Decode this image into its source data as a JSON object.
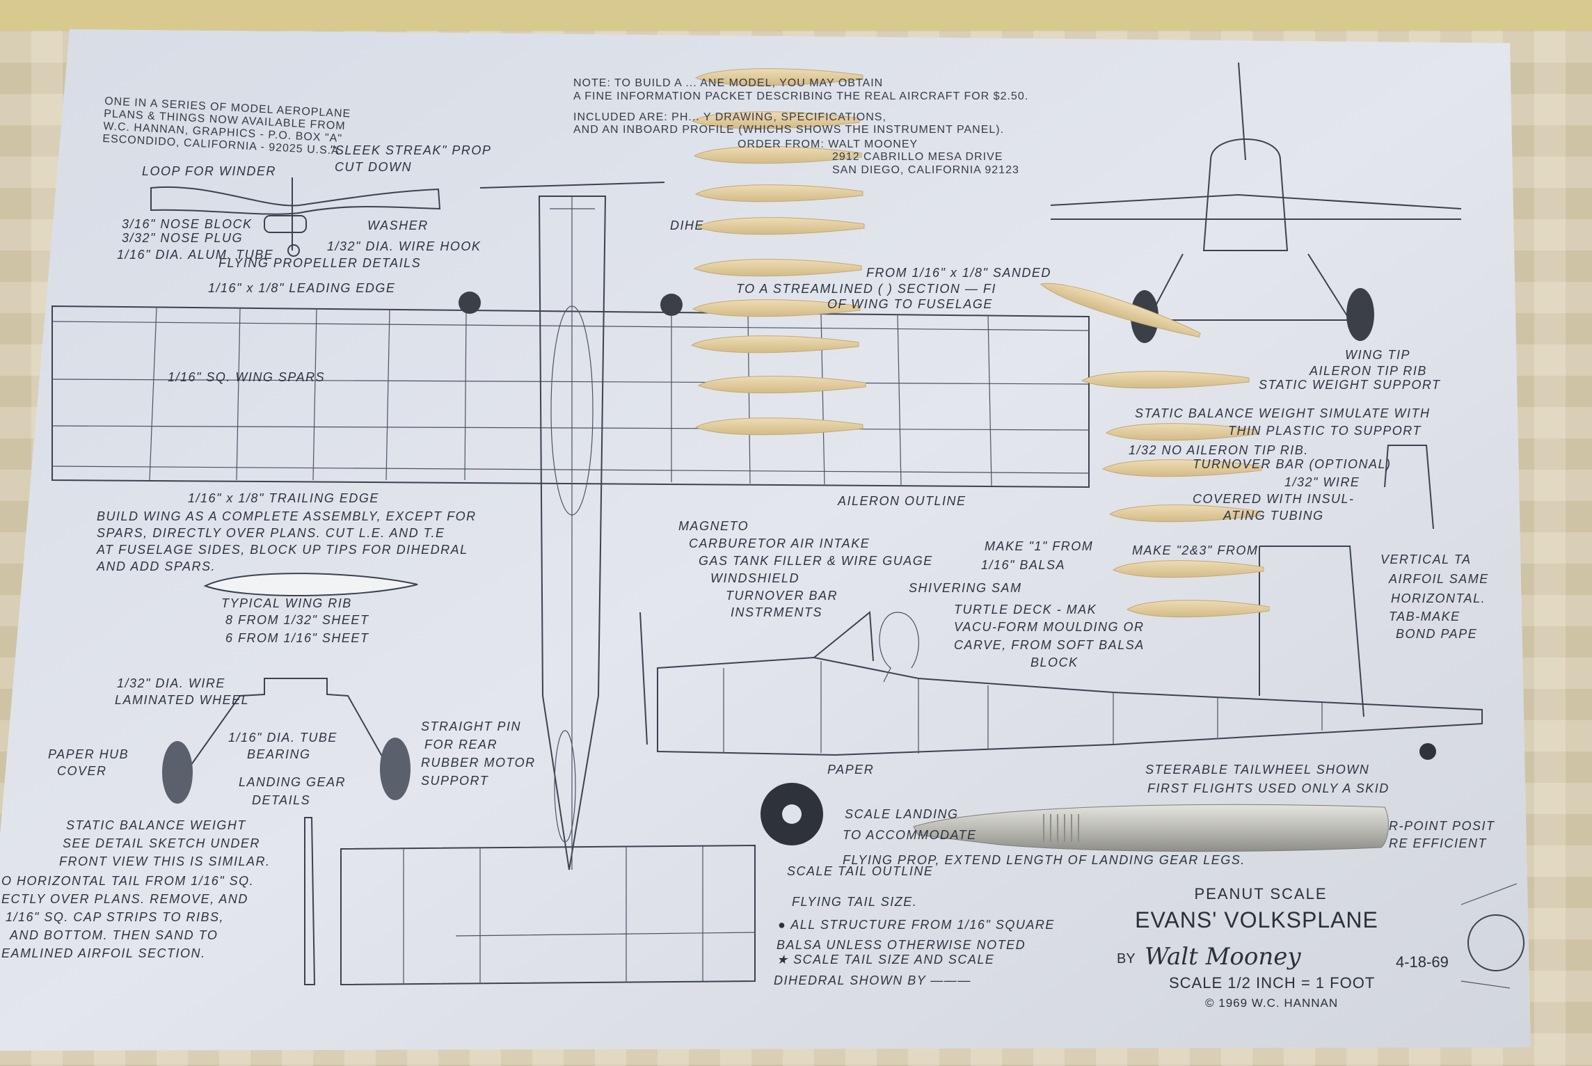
{
  "publisher_block": {
    "line1": "ONE IN A SERIES OF MODEL AEROPLANE",
    "line2": "PLANS & THINGS NOW AVAILABLE FROM",
    "line3": "W.C. HANNAN, GRAPHICS - P.O. BOX \"A\"",
    "line4": "ESCONDIDO, CALIFORNIA - 92025 U.S.A"
  },
  "note_block": {
    "line1": "NOTE: TO BUILD A ... ANE MODEL, YOU MAY OBTAIN",
    "line2": "A FINE INFORMATION PACKET DESCRIBING THE REAL AIRCRAFT FOR $2.50.",
    "line3": "INCLUDED ARE: PH... Y DRAWING, SPECIFICATIONS,",
    "line4": "AND AN INBOARD PROFILE (WHICHS SHOWS THE INSTRUMENT PANEL).",
    "line5": "ORDER FROM: WALT MOONEY",
    "line6": "2912 CABRILLO MESA DRIVE",
    "line7": "SAN DIEGO, CALIFORNIA 92123"
  },
  "propeller": {
    "prop": "\"SLEEK STREAK\" PROP",
    "cut": "CUT DOWN",
    "loop": "LOOP FOR WINDER",
    "nose_block": "3/16\" NOSE BLOCK",
    "nose_plug": "3/32\" NOSE PLUG",
    "tube": "1/16\" DIA. ALUM. TUBE",
    "washer": "WASHER",
    "hook": "1/32\" DIA. WIRE HOOK",
    "caption": "FLYING PROPELLER DETAILS"
  },
  "wing": {
    "leading_edge": "1/16\" x 1/8\" LEADING EDGE",
    "spars": "1/16\" SQ. WING SPARS",
    "trailing_edge": "1/16\" x 1/8\" TRAILING EDGE",
    "build1": "BUILD WING AS A COMPLETE ASSEMBLY, EXCEPT FOR",
    "build2": "SPARS, DIRECTLY OVER PLANS. CUT L.E. AND T.E",
    "build3": "AT FUSELAGE SIDES, BLOCK UP TIPS FOR DIHEDRAL",
    "build4": "AND ADD SPARS.",
    "rib1": "TYPICAL WING RIB",
    "rib2": "8 FROM 1/32\" SHEET",
    "rib3": "6 FROM 1/16\" SHEET",
    "aileron": "AILERON OUTLINE",
    "dihe": "DIHE",
    "strut1": "FROM 1/16\" x 1/8\" SANDED",
    "strut2": "TO A STREAMLINED ( ) SECTION — FI",
    "strut3": "OF WING TO FUSELAGE"
  },
  "landing_gear": {
    "wire": "1/32\" DIA. WIRE",
    "wheel": "LAMINATED WHEEL",
    "hub1": "PAPER HUB",
    "hub2": "COVER",
    "tube1": "1/16\" DIA. TUBE",
    "tube2": "BEARING",
    "cap1": "LANDING GEAR",
    "cap2": "DETAILS",
    "pin1": "STRAIGHT PIN",
    "pin2": "FOR REAR",
    "pin3": "RUBBER MOTOR",
    "pin4": "SUPPORT"
  },
  "tail_notes": {
    "sbw1": "STATIC BALANCE WEIGHT",
    "sbw2": "SEE DETAIL SKETCH UNDER",
    "sbw3": "FRONT VIEW THIS IS SIMILAR.",
    "t1": "O HORIZONTAL TAIL FROM 1/16\" SQ.",
    "t2": "ECTLY OVER PLANS. REMOVE, AND",
    "t3": "1/16\" SQ. CAP STRIPS TO RIBS,",
    "t4": "AND BOTTOM. THEN SAND TO",
    "t5": "EAMLINED AIRFOIL SECTION."
  },
  "side_view": {
    "magneto": "MAGNETO",
    "carb": "CARBURETOR AIR INTAKE",
    "gas": "GAS TANK FILLER & WIRE GUAGE",
    "windshield": "WINDSHIELD",
    "turnover": "TURNOVER BAR",
    "instr": "INSTRMENTS",
    "make1a": "MAKE \"1\" FROM",
    "make1b": "1/16\" BALSA",
    "make23": "MAKE \"2&3\" FROM",
    "sam": "SHIVERING SAM",
    "td1": "TURTLE DECK - MAK",
    "td2": "VACU-FORM MOULDING OR",
    "td3": "CARVE, FROM SOFT BALSA",
    "td4": "BLOCK",
    "paper": "PAPER",
    "steer1": "STEERABLE TAILWHEEL SHOWN",
    "steer2": "FIRST FLIGHTS USED ONLY A SKID",
    "vt1": "VERTICAL TA",
    "vt2": "AIRFOIL SAME",
    "vt3": "HORIZONTAL.",
    "vt4": "TAB-MAKE",
    "vt5": "BOND PAPE",
    "sl1": "SCALE LANDING",
    "sl2": "TO ACCOMMODATE",
    "sl3": "FLYING PROP, EXTEND LENGTH OF LANDING GEAR LEGS.",
    "r1": "R-POINT POSIT",
    "r2": "RE EFFICIENT"
  },
  "front_view": {
    "tip": "WING TIP",
    "aileron_rib": "AILERON TIP RIB",
    "support": "STATIC WEIGHT SUPPORT",
    "sb1": "STATIC BALANCE WEIGHT SIMULATE WITH",
    "sb2": "THIN PLASTIC TO SUPPORT",
    "sb3": "1/32 NO AILERON TIP RIB.",
    "tb1": "TURNOVER BAR (OPTIONAL)",
    "tb2": "1/32\" WIRE",
    "tb3": "COVERED WITH INSUL-",
    "tb4": "ATING TUBING"
  },
  "legend": {
    "scale_tail": "SCALE TAIL OUTLINE",
    "flying_tail": "FLYING TAIL SIZE.",
    "all1": "● ALL STRUCTURE FROM 1/16\" SQUARE",
    "all2": "BALSA UNLESS OTHERWISE NOTED",
    "star1": "★ SCALE TAIL SIZE AND SCALE",
    "star2": "DIHEDRAL SHOWN BY ———"
  },
  "title_block": {
    "subtitle": "PEANUT SCALE",
    "title": "EVANS' VOLKSPLANE",
    "by": "BY",
    "signature": "Walt Mooney",
    "date": "4-18-69",
    "scale": "SCALE 1/2 INCH = 1 FOOT",
    "copyright": "© 1969 W.C. HANNAN"
  },
  "colors": {
    "paper": "#dfe3ea",
    "balsa": "#e2cc9e",
    "ink": "#2c3340",
    "cloth": "#d8cdb4"
  }
}
